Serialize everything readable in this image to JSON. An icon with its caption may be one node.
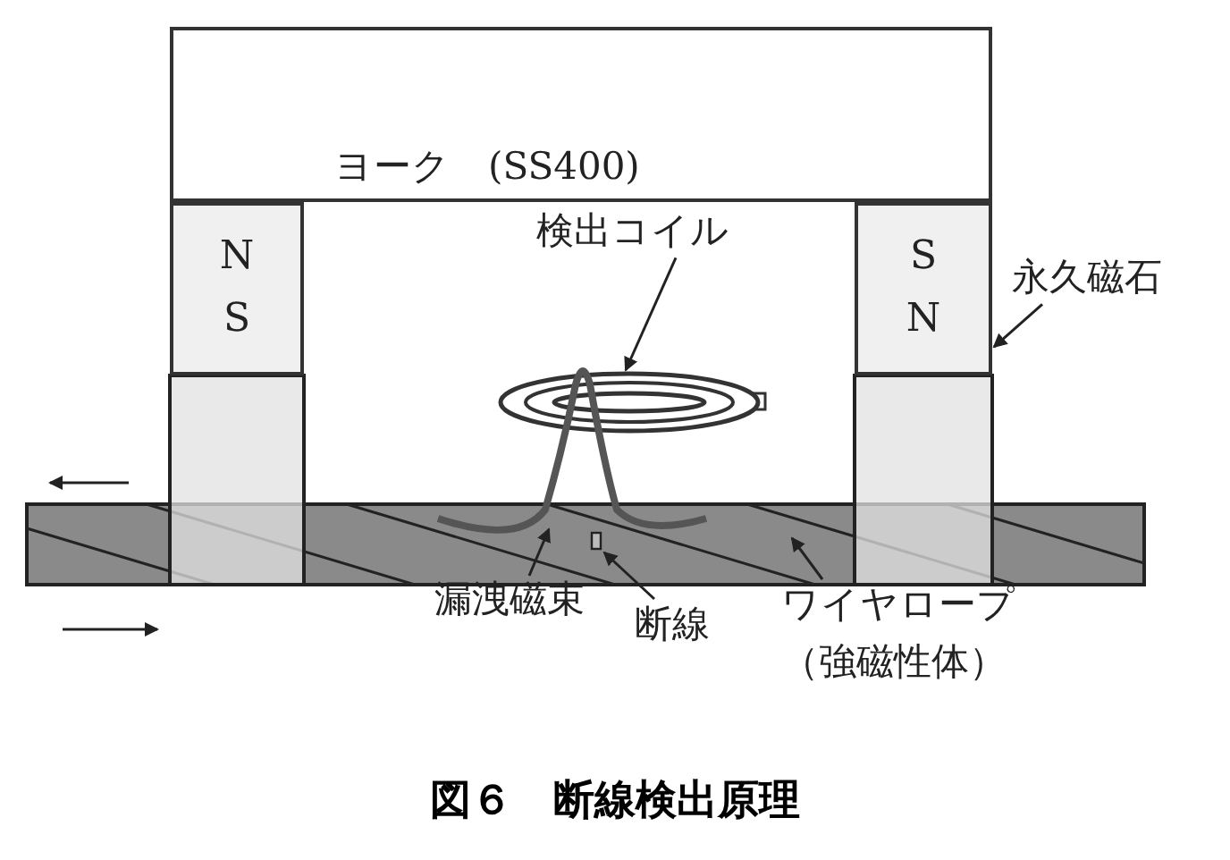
{
  "diagram": {
    "caption": "図６　断線検出原理",
    "nodes": [
      {
        "text": [
          "ヨーク　(SS400)"
        ]
      },
      {
        "text": [
          "N",
          "S"
        ]
      },
      {
        "text": [
          "S",
          "N"
        ]
      },
      {
        "text": [
          "検出コイル"
        ]
      },
      {
        "text": [],
        "shape": "coil"
      },
      {
        "text": [
          "永久磁石"
        ]
      },
      {
        "text": [],
        "shape": "line"
      },
      {
        "text": [],
        "shape": "bar"
      },
      {
        "text": [],
        "shape": "box",
        "in": 7
      },
      {
        "text": [
          "漏洩磁束"
        ]
      },
      {
        "text": [
          "断線"
        ]
      },
      {
        "text": [
          "ワイヤロープ（強磁性体）"
        ]
      },
      {
        "text": [],
        "shape": "box"
      },
      {
        "text": [],
        "shape": "box"
      }
    ],
    "edges": [
      {
        "from": 3,
        "to": 4,
        "arrow": "to"
      },
      {
        "from": 5,
        "to": 2,
        "arrow": "to"
      },
      {
        "from": 9,
        "to": 6,
        "arrow": "to"
      },
      {
        "from": 10,
        "to": 8,
        "arrow": "to"
      },
      {
        "from": 11,
        "to": 7,
        "arrow": "to"
      }
    ]
  }
}
